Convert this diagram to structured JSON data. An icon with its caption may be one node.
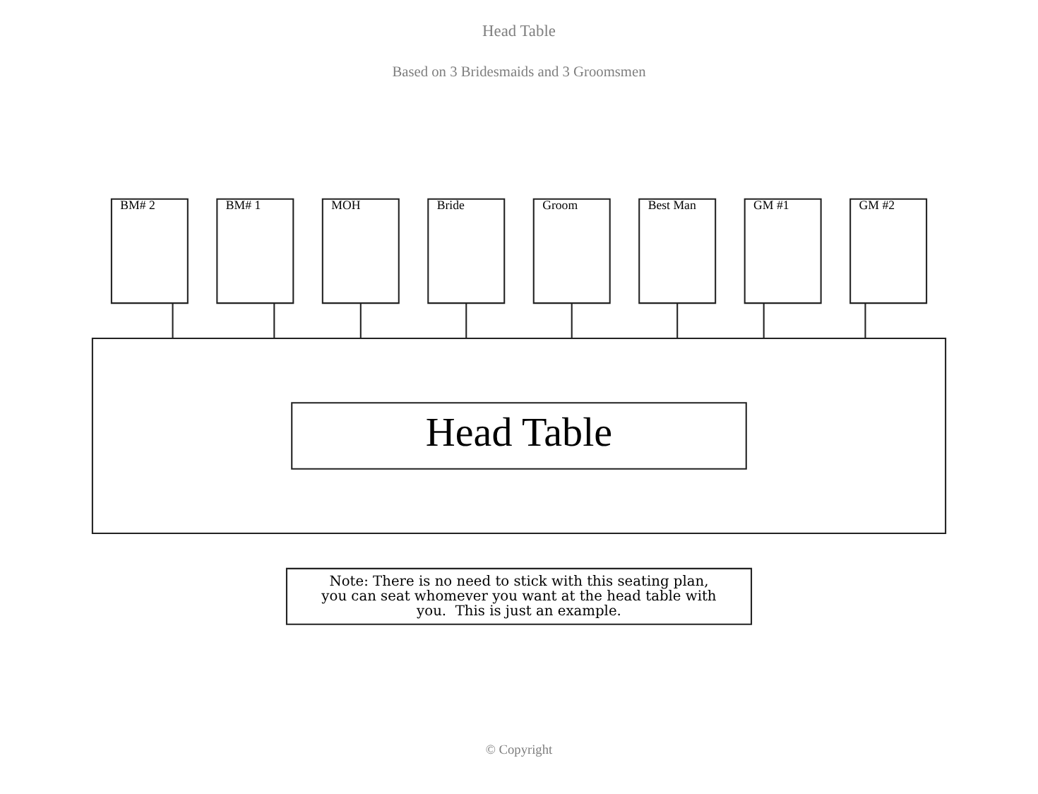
{
  "diagram": {
    "title": "Head Table",
    "nodes": [
      {
        "text": [
          "BM# 2"
        ]
      },
      {
        "text": [
          "BM# 1"
        ]
      },
      {
        "text": [
          "MOH"
        ]
      },
      {
        "text": [
          "Bride"
        ]
      },
      {
        "text": [
          "Groom"
        ]
      },
      {
        "text": [
          "Best Man"
        ]
      },
      {
        "text": [
          "GM #1"
        ]
      },
      {
        "text": [
          "GM #2"
        ]
      },
      {
        "text": [],
        "shape": "box"
      },
      {
        "text": [
          "Head Table"
        ],
        "in": 8
      },
      {
        "text": [
          "Note: There is no need to stick with this seating plan, you can seat whomever you want at the head table with you.  This is just an example."
        ]
      }
    ],
    "edges": [
      {
        "from": 0,
        "to": 8,
        "arrow": "none"
      },
      {
        "from": 1,
        "to": 8,
        "arrow": "none"
      },
      {
        "from": 2,
        "to": 8,
        "arrow": "none"
      },
      {
        "from": 3,
        "to": 8,
        "arrow": "none"
      },
      {
        "from": 4,
        "to": 8,
        "arrow": "none"
      },
      {
        "from": 5,
        "to": 8,
        "arrow": "none"
      },
      {
        "from": 6,
        "to": 8,
        "arrow": "none"
      },
      {
        "from": 7,
        "to": 8,
        "arrow": "none"
      }
    ],
    "labels": [
      "Based on 3 Bridesmaids and 3 Groomsmen",
      "© Copyright"
    ]
  }
}
